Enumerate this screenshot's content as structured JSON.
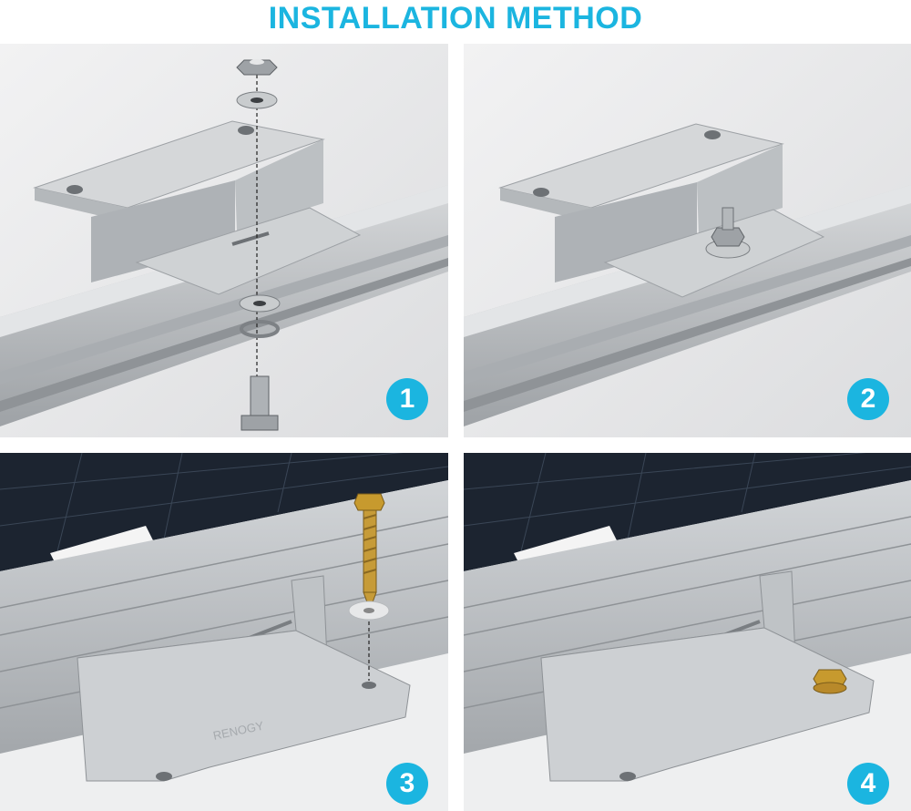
{
  "header": {
    "title": "INSTALLATION METHOD"
  },
  "steps": [
    {
      "number": "1",
      "icon": "exploded-bolt-assembly-icon"
    },
    {
      "number": "2",
      "icon": "bolted-bracket-icon"
    },
    {
      "number": "3",
      "icon": "self-tapping-screw-icon"
    },
    {
      "number": "4",
      "icon": "screwed-bracket-icon"
    }
  ],
  "branding": {
    "bracket_logo": "RENOGY"
  },
  "colors": {
    "accent": "#1bb5e0",
    "aluminum": "#c8cbce",
    "solar_cell": "#1c2430",
    "screw_brass": "#c79a2e"
  }
}
